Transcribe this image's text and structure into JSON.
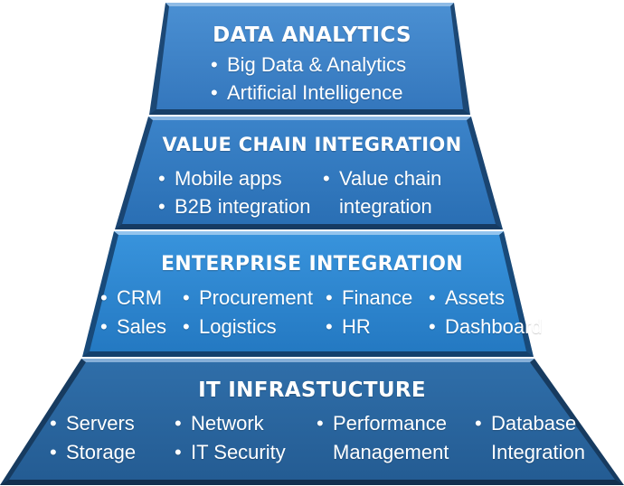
{
  "colors": {
    "layer1": "#3a7fc4",
    "layer2": "#2e73b8",
    "layer3": "#2d82c9",
    "layer4": "#27609a",
    "bevel_light": "#9cc3e8",
    "bevel_dark": "#153a60"
  },
  "layers": [
    {
      "title": "DATA ANALYTICS",
      "items": [
        "Big Data & Analytics",
        "Artificial Intelligence"
      ]
    },
    {
      "title": "VALUE CHAIN INTEGRATION",
      "items": [
        "Mobile apps",
        "B2B integration",
        "Value chain",
        "integration"
      ]
    },
    {
      "title": "ENTERPRISE INTEGRATION",
      "items": [
        "CRM",
        "Sales",
        "Procurement",
        "Logistics",
        "Finance",
        "HR",
        "Assets",
        "Dashboard"
      ]
    },
    {
      "title": "IT INFRASTUCTURE",
      "items": [
        "Servers",
        "Storage",
        "Network",
        "IT Security",
        "Performance",
        "Management",
        "Database",
        "Integration"
      ]
    }
  ],
  "bullet": "•"
}
